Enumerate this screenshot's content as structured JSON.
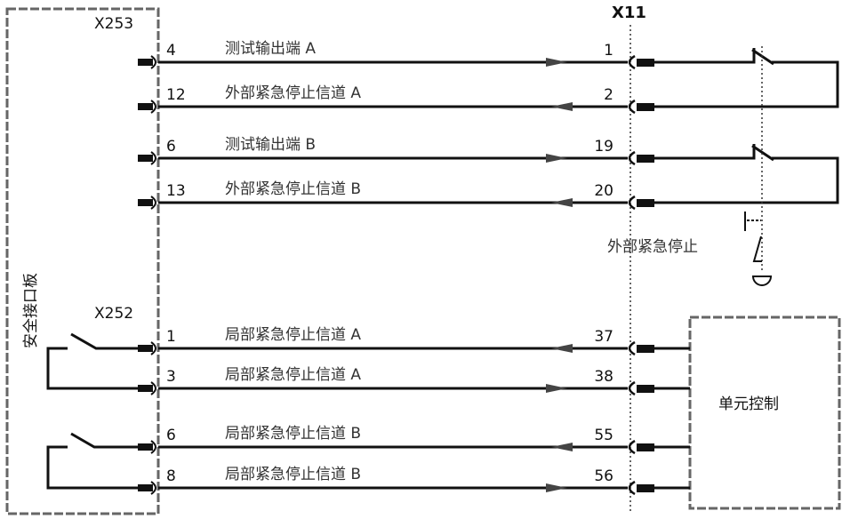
{
  "board_label": "安全接口板",
  "connector_x253": "X253",
  "connector_x252": "X252",
  "connector_x11": "X11",
  "external_estop_label": "外部紧急停止",
  "unit_control_label": "单元控制",
  "rows": [
    {
      "left_pin": "4",
      "label": "测试输出端 A",
      "right_pin": "1",
      "direction": "right"
    },
    {
      "left_pin": "12",
      "label": "外部紧急停止信道 A",
      "right_pin": "2",
      "direction": "left"
    },
    {
      "left_pin": "6",
      "label": "测试输出端 B",
      "right_pin": "19",
      "direction": "right"
    },
    {
      "left_pin": "13",
      "label": "外部紧急停止信道 B",
      "right_pin": "20",
      "direction": "left"
    },
    {
      "left_pin": "1",
      "label": "局部紧急停止信道 A",
      "right_pin": "37",
      "direction": "left"
    },
    {
      "left_pin": "3",
      "label": "局部紧急停止信道 A",
      "right_pin": "38",
      "direction": "right"
    },
    {
      "left_pin": "6",
      "label": "局部紧急停止信道 B",
      "right_pin": "55",
      "direction": "left"
    },
    {
      "left_pin": "8",
      "label": "局部紧急停止信道 B",
      "right_pin": "56",
      "direction": "right"
    }
  ],
  "colors": {
    "line": "#111111",
    "dashed_box": "#666666",
    "arrow": "#444444"
  }
}
